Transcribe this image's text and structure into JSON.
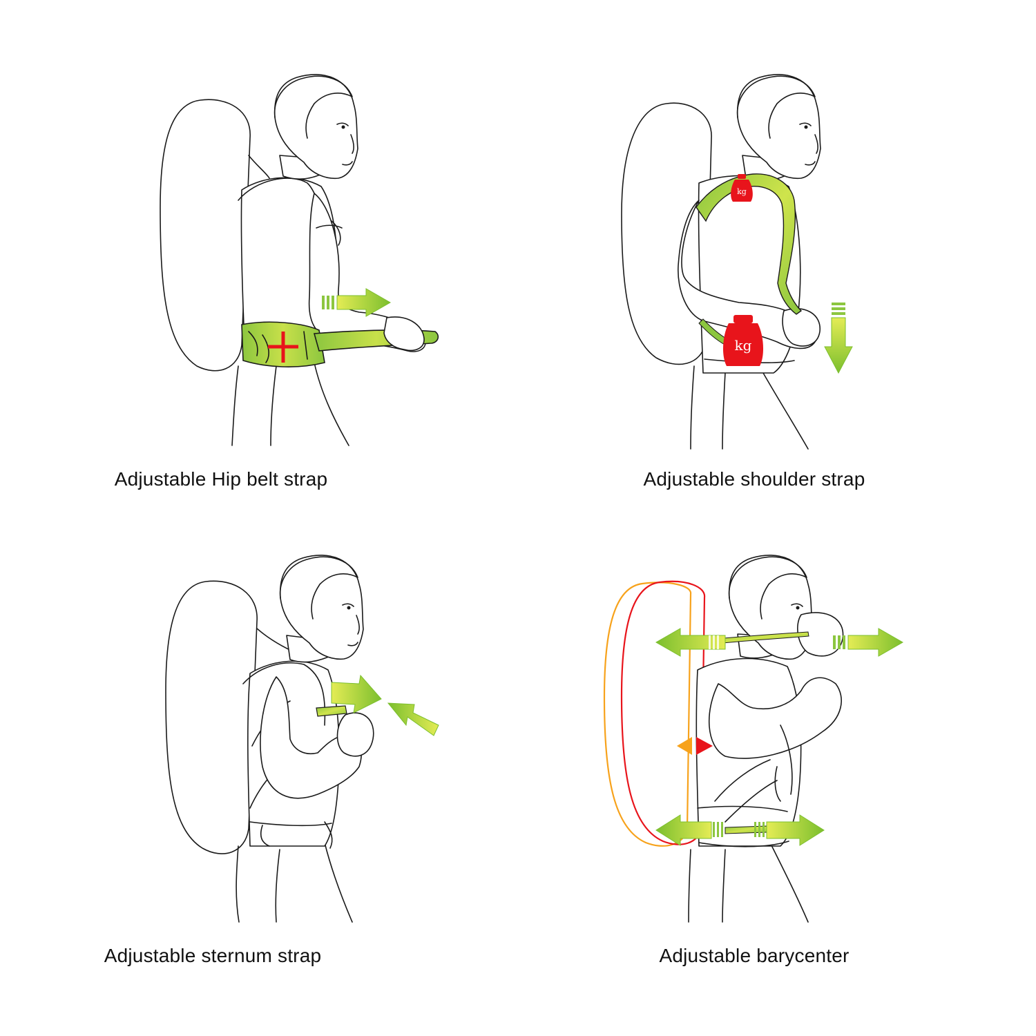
{
  "panels": [
    {
      "id": "hip",
      "caption": "Adjustable Hip belt strap"
    },
    {
      "id": "shoulder",
      "caption": "Adjustable shoulder strap",
      "weight_label": "kg"
    },
    {
      "id": "sternum",
      "caption": "Adjustable sternum strap"
    },
    {
      "id": "barycenter",
      "caption": "Adjustable barycenter"
    }
  ],
  "colors": {
    "green": "#8cc63f",
    "lime": "#d7e84a",
    "red": "#e8141b",
    "orange": "#f7a21b"
  }
}
